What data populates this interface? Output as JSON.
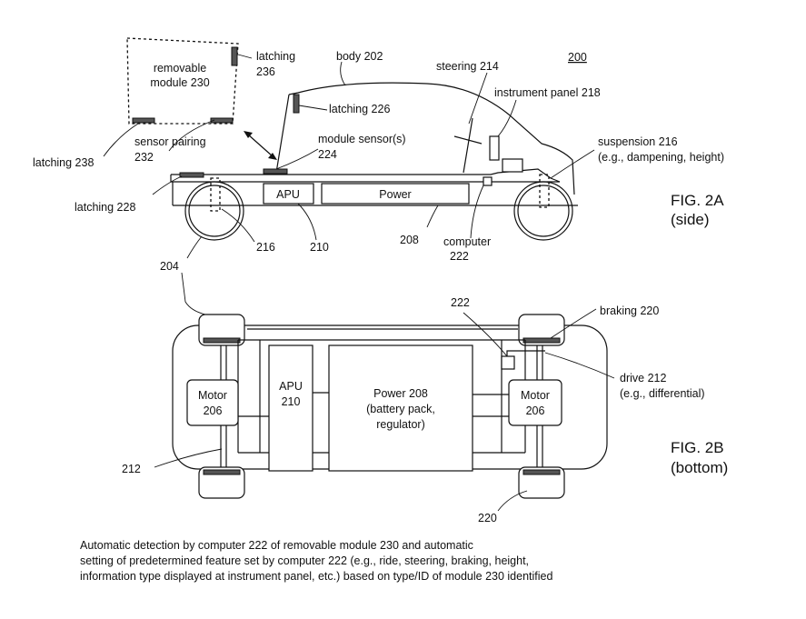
{
  "figure_number": "200",
  "fig2a": {
    "title": "FIG. 2A",
    "subtitle": "(side)",
    "module_l1": "removable",
    "module_l2": "module 230",
    "latching_236_l1": "latching",
    "latching_236_l2": "236",
    "body": "body 202",
    "steering": "steering 214",
    "instrument_panel": "instrument panel 218",
    "latching_226": "latching 226",
    "suspension_l1": "suspension 216",
    "suspension_l2": "(e.g., dampening, height)",
    "sensor_pairing_l1": "sensor pairing",
    "sensor_pairing_l2": "232",
    "module_sensors_l1": "module sensor(s)",
    "module_sensors_l2": "224",
    "latching_238": "latching 238",
    "latching_228": "latching 228",
    "apu": "APU",
    "power": "Power",
    "ref_216": "216",
    "ref_210": "210",
    "ref_208": "208",
    "computer_l1": "computer",
    "computer_l2": "222",
    "ref_204": "204"
  },
  "fig2b": {
    "title": "FIG. 2B",
    "subtitle": "(bottom)",
    "ref_222": "222",
    "braking": "braking 220",
    "drive_l1": "drive 212",
    "drive_l2": "(e.g., differential)",
    "motor_left_l1": "Motor",
    "motor_left_l2": "206",
    "motor_right_l1": "Motor",
    "motor_right_l2": "206",
    "apu_l1": "APU",
    "apu_l2": "210",
    "power_l1": "Power 208",
    "power_l2": "(battery pack,",
    "power_l3": "regulator)",
    "ref_212": "212",
    "ref_220": "220"
  },
  "caption": {
    "line1": "Automatic detection by computer 222 of removable module 230 and automatic",
    "line2": "setting of predetermined feature set by computer 222 (e.g., ride, steering, braking, height,",
    "line3": "information type displayed at instrument panel, etc.) based on type/ID of module 230 identified"
  }
}
